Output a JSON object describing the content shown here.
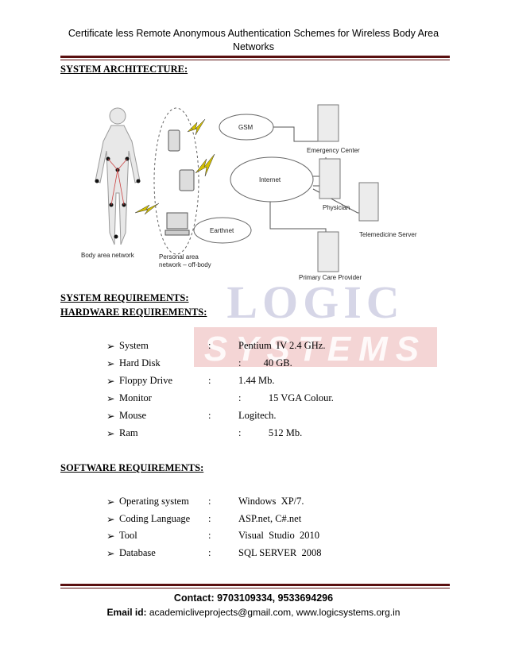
{
  "header": {
    "title": "Certificate less Remote Anonymous Authentication Schemes for Wireless Body Area Networks"
  },
  "sections": {
    "architecture": "SYSTEM ARCHITECTURE:",
    "requirements": "SYSTEM REQUIREMENTS:",
    "hardware": "HARDWARE REQUIREMENTS:",
    "software": "SOFTWARE REQUIREMENTS:"
  },
  "diagram_labels": {
    "gsm": "GSM",
    "internet": "Internet",
    "earthnet": "Earthnet",
    "emergency": "Emergency Center",
    "physician": "Physician",
    "telemedicine": "Telemedicine Server",
    "primary": "Primary Care Provider",
    "ban": "Body area network",
    "pan1": "Personal area",
    "pan2": "network – off-body"
  },
  "watermark": {
    "line1": "LOGIC",
    "line2": "SYSTEMS",
    "color_top": "#1a1a7a",
    "color_bottom": "#c01818"
  },
  "hardware": [
    {
      "name": "System",
      "colon": ":",
      "value": "Pentium  IV 2.4 GHz."
    },
    {
      "name": "Hard Disk",
      "colon": "",
      "value": ":         40 GB."
    },
    {
      "name": "Floppy Drive",
      "colon": ":",
      "value": "1.44 Mb."
    },
    {
      "name": "Monitor",
      "colon": "",
      "value": ":           15 VGA Colour."
    },
    {
      "name": "Mouse",
      "colon": ":",
      "value": "Logitech."
    },
    {
      "name": "Ram",
      "colon": "",
      "value": ":           512 Mb."
    }
  ],
  "software": [
    {
      "name": "Operating system",
      "colon": ":",
      "value": "Windows  XP/7."
    },
    {
      "name": "Coding Language",
      "colon": ":",
      "value": "ASP.net, C#.net"
    },
    {
      "name": "Tool",
      "colon": ":",
      "value": "Visual  Studio  2010"
    },
    {
      "name": "Database",
      "colon": ":",
      "value": "SQL SERVER  2008"
    }
  ],
  "footer": {
    "contact": "Contact: 9703109334, 9533694296",
    "email_label": "Email id:",
    "email_text": " academicliveprojects@gmail.com, www.logicsystems.org.in"
  },
  "bullet_icon": "arrow-bullet-icon"
}
